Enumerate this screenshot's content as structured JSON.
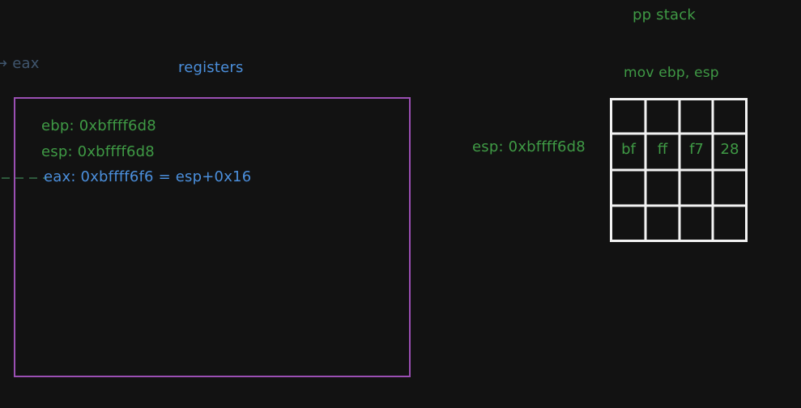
{
  "colors": {
    "background": "#121212",
    "green": "#3f9a45",
    "blue": "#4b8fdc",
    "purple": "#9a4fb3",
    "white": "#f2f2f2",
    "dim": "#40566e"
  },
  "offscreen_label": "eax",
  "registers": {
    "title": "registers",
    "ebp": "ebp: 0xbffff6d8",
    "esp": "esp: 0xbffff6d8",
    "eax": "eax: 0xbffff6f6 = esp+0x16"
  },
  "stack": {
    "title": "pp stack",
    "instruction": "mov ebp, esp",
    "pointer_label": "esp: 0xbffff6d8",
    "rows": [
      [
        "",
        "",
        "",
        ""
      ],
      [
        "bf",
        "ff",
        "f7",
        "28"
      ],
      [
        "",
        "",
        "",
        ""
      ],
      [
        "",
        "",
        "",
        ""
      ]
    ]
  }
}
